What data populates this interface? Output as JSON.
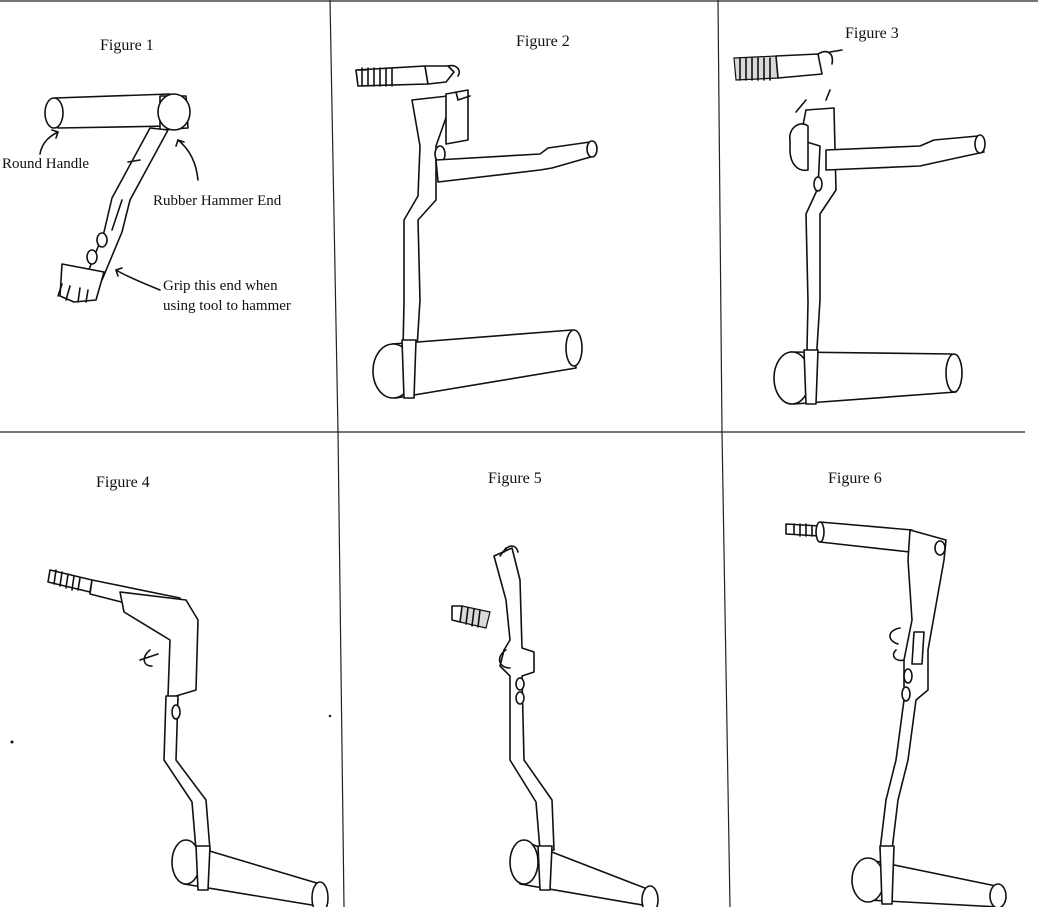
{
  "figures": [
    {
      "title": "Figure 1"
    },
    {
      "title": "Figure 2"
    },
    {
      "title": "Figure 3"
    },
    {
      "title": "Figure 4"
    },
    {
      "title": "Figure 5"
    },
    {
      "title": "Figure 6"
    }
  ],
  "figure1_labels": {
    "round_handle": "Round Handle",
    "rubber_hammer_end": "Rubber Hammer End",
    "grip_line1": "Grip this end when",
    "grip_line2": "using  tool  to hammer"
  }
}
